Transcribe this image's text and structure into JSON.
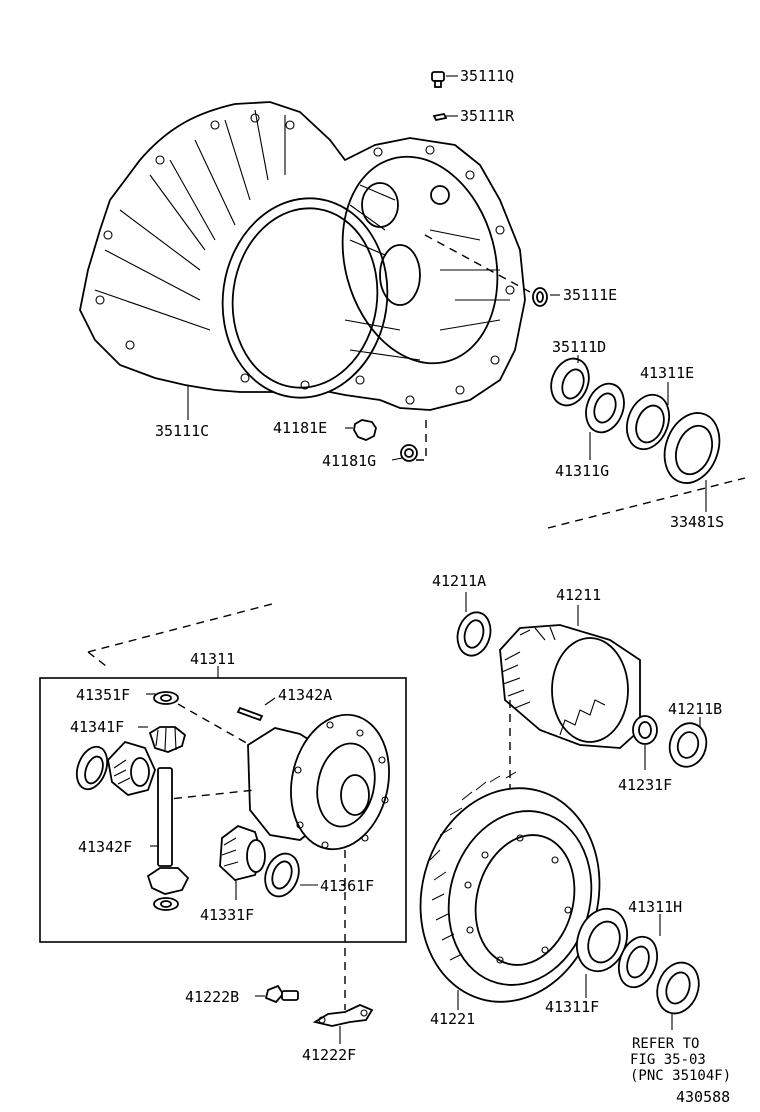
{
  "diagram_id": "430588",
  "parts": {
    "p35111Q": "35111Q",
    "p35111R": "35111R",
    "p35111E": "35111E",
    "p35111D": "35111D",
    "p41311E": "41311E",
    "p35111C": "35111C",
    "p41181E": "41181E",
    "p41181G": "41181G",
    "p41311G": "41311G",
    "p33481S": "33481S",
    "p41211A": "41211A",
    "p41211": "41211",
    "p41311": "41311",
    "p41351F": "41351F",
    "p41342A": "41342A",
    "p41341F": "41341F",
    "p41211B": "41211B",
    "p41231F": "41231F",
    "p41342F": "41342F",
    "p41361F": "41361F",
    "p41331F": "41331F",
    "p41311H": "41311H",
    "p41222B": "41222B",
    "p41221": "41221",
    "p41311F": "41311F",
    "p41222F": "41222F"
  },
  "refer": {
    "line1": "REFER TO",
    "line2": "FIG 35-03",
    "line3": "(PNC 35104F)"
  }
}
